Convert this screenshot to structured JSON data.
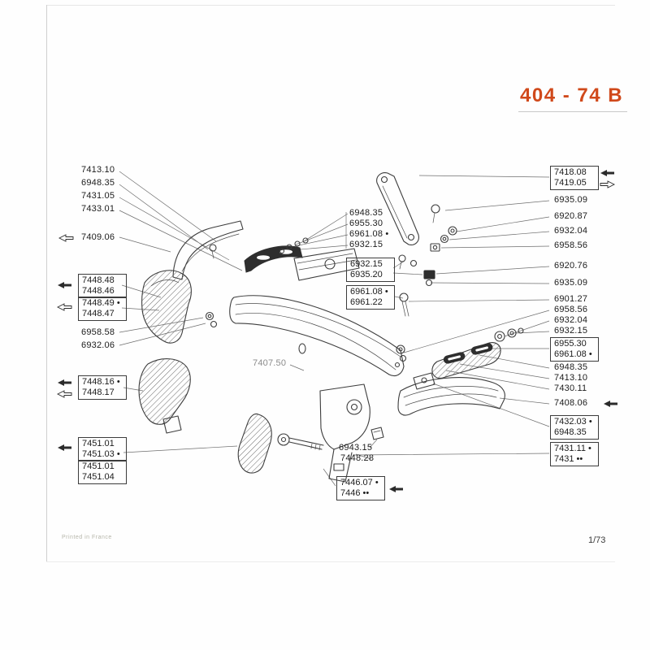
{
  "page": {
    "title": "404 - 74 B",
    "footer_left": "Printed in France",
    "footer_right": "1/73",
    "accent_color": "#d0491b"
  },
  "labels": {
    "left_top": [
      "7413.10",
      "6948.35",
      "7431.05",
      "7433.01"
    ],
    "l7409": "7409.06",
    "box7448a": [
      "7448.48",
      "7448.46"
    ],
    "box7448b": [
      "7448.49 •",
      "7448.47"
    ],
    "l6958": "6958.58",
    "l6932": "6932.06",
    "box7448c": [
      "7448.16 •",
      "7448.17"
    ],
    "box7451a": [
      "7451.01",
      "7451.03 •"
    ],
    "box7451b": [
      "7451.01",
      "7451.04"
    ],
    "center_top": [
      "6948.35",
      "6955.30",
      "6961.08 •",
      "6932.15"
    ],
    "box6932": [
      "6932.15",
      "6935.20"
    ],
    "box6961": [
      "6961.08 •",
      "6961.22"
    ],
    "l7407": "7407.50",
    "l6943": "6943.15",
    "l7448_28": "7448.28",
    "box7446": [
      "7446.07 •",
      "7446 ••"
    ],
    "box7418": [
      "7418.08",
      "7419.05"
    ],
    "right_list": [
      "6935.09",
      "6920.87",
      "6932.04",
      "6958.56",
      "6920.76",
      "6935.09",
      "6901.27",
      "6958.56",
      "6932.04",
      "6932.15"
    ],
    "box6955": [
      "6955.30",
      "6961.08 •"
    ],
    "right_list2": [
      "6948.35",
      "7413.10",
      "7430.11"
    ],
    "l7408": "7408.06",
    "box7432": [
      "7432.03 •",
      "6948.35"
    ],
    "box7431": [
      "7431.11 •",
      "7431 ••"
    ]
  }
}
